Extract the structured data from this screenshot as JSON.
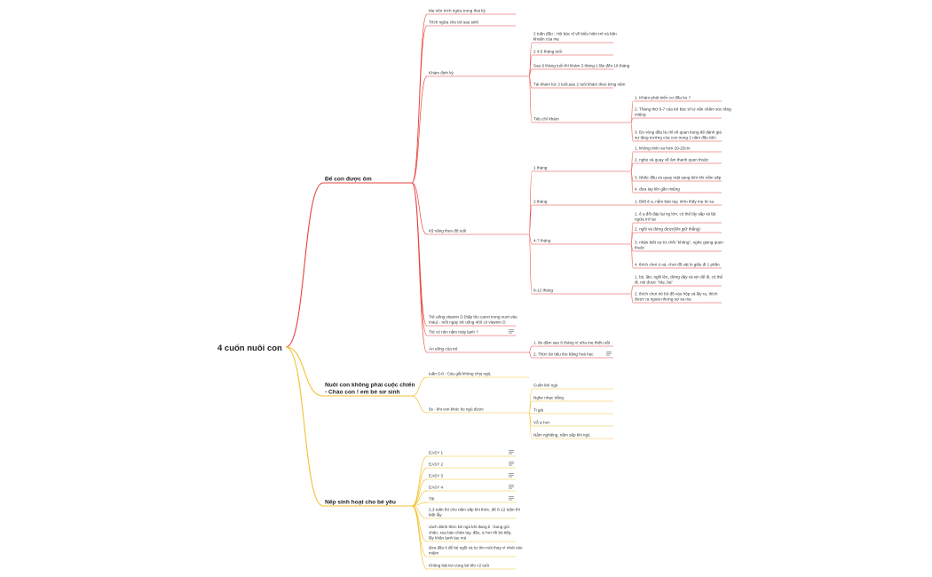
{
  "root": "4 cuốn nuôi con",
  "colors": {
    "red_branch": "#e8413a",
    "yellow_branch": "#f2c230",
    "note_icon": "#888888"
  },
  "branches": [
    {
      "label": "Để con được ôm",
      "children": [
        {
          "label": "Mẹ nên trích ngừa trong thai kỳ"
        },
        {
          "label": "Trích ngừa cho trẻ sau sinh"
        },
        {
          "label": "Khám định kỳ",
          "children": [
            {
              "label": "2 tuần đầu : Hỏi bác sĩ về biểu hiện trẻ và băn khoăn của mẹ"
            },
            {
              "label": "2 4-5 tháng tuổi"
            },
            {
              "label": "Sau 6 tháng tuổi thì khám 3 tháng 1 lần đến 18 tháng"
            },
            {
              "label": "Tái khám lúc 2 tuổi,sau 2 tuổi khám theo từng năm"
            },
            {
              "label": "Tiêu chí khám",
              "children": [
                {
                  "label": "1. Khám phát triển cơ đầu ko ?"
                },
                {
                  "label": "2. Tháng thứ 6-7 của trẻ bác sĩ tư vấn chăm sóc răng miệng"
                },
                {
                  "label": "3. Đo vòng đầu là chỉ số quan trọng để đánh giá sự tăng trưởng của con trong 2 năm đầu tiên"
                }
              ]
            }
          ]
        },
        {
          "label": "Kỹ năng theo độ tuổi",
          "children": [
            {
              "label": "1 tháng",
              "children": [
                {
                  "label": "1. không nhìn xa hơn 20-25cm"
                },
                {
                  "label": "2. nghe và quay về âm thanh quen thuộc"
                },
                {
                  "label": "3. Nhấc đầu và quay mặt sang bên khi nằm sấp"
                },
                {
                  "label": "4. đưa tay lên gần miệng"
                }
              ]
            },
            {
              "label": "2 tháng",
              "children": [
                {
                  "label": "1. Biết ê a, nắm bàn tay, nhìn thấy mẹ từ xa"
                }
              ]
            },
            {
              "label": "4-7 tháng",
              "children": [
                {
                  "label": "1. ê a đối đáp lại ng lớn, có thể lẩy sắp và lật ngửa trở lại"
                },
                {
                  "label": "2. ngồi và đứng được(khi giữ thẳng)"
                },
                {
                  "label": "3. nhận biết sự từ chối \"không\", nghe giọng quen thuộc"
                },
                {
                  "label": "4. thích chơi ú oà, chơi đồ vật lo giấu đi 1 phần"
                }
              ]
            },
            {
              "label": "8-12 tháng",
              "children": [
                {
                  "label": "1. bò, lăn, ngồi lên, đứng dậy và vịn để đi, có thể đi, nói được \"Mẹ, ba\""
                },
                {
                  "label": "2. thích chơi trò bỏ đồ vào hộp và lấy ra, thích được ra ngoài nhưng sợ xa mẹ"
                }
              ]
            }
          ]
        },
        {
          "label": "Trẻ uống vitamin D (hấp thu canxi trong xuơt vào máu) - mỗi ngày trẻ uống 400 UI vitamin D"
        },
        {
          "label": "Trẻ có nên nằm máy lạnh ?",
          "note": true
        },
        {
          "label": "Ăn uống của trẻ",
          "children": [
            {
              "label": "1. ăn dặm sau 6 tháng vì sữa mẹ thiếu sắt"
            },
            {
              "label": "2. Thức ăn tiêu thu bằng hoá học",
              "note": true
            }
          ]
        }
      ]
    },
    {
      "label": "Nuôi con không phải cuộc chiến - Chào con ! em bé sơ sinh",
      "children": [
        {
          "label": "tuần 5-8 : Cáu gắt không chịu ngủ,"
        },
        {
          "label": "5s - khi con khóc ko ngủ được",
          "children": [
            {
              "label": "Cuốn khí ngủ"
            },
            {
              "label": "Nghe nhạc trắng"
            },
            {
              "label": "Ti giả"
            },
            {
              "label": "Vỗ ợ hơi"
            },
            {
              "label": "Nằm nghiêng, nằm sấp khi ngủ"
            }
          ]
        }
      ]
    },
    {
      "label": "Nếp sinh hoạt cho bé yêu",
      "children": [
        {
          "label": "EASY 1",
          "note": true
        },
        {
          "label": "EASY 2",
          "note": true
        },
        {
          "label": "EASY 3",
          "note": true
        },
        {
          "label": "EASY 4",
          "note": true
        },
        {
          "label": "Tối",
          "note": true
        },
        {
          "label": "2,3 tuần thì cho nằm sấp khi thức, để 6-12 tuần thì biết lẫy"
        },
        {
          "label": "cách đánh thức bé ngủ khi đang ti : bung gói chăn, xoa bàn chân tay, đầu, ợ hơi rồi bú tiếp, lấy khăn lạnh lau má"
        },
        {
          "label": "đưa đầu ti để bé ngồi và tự tìm mút thay vì nhét vào miệm"
        },
        {
          "label": "Không bật tivi cùng bé khi <2 tuổi"
        }
      ]
    }
  ]
}
